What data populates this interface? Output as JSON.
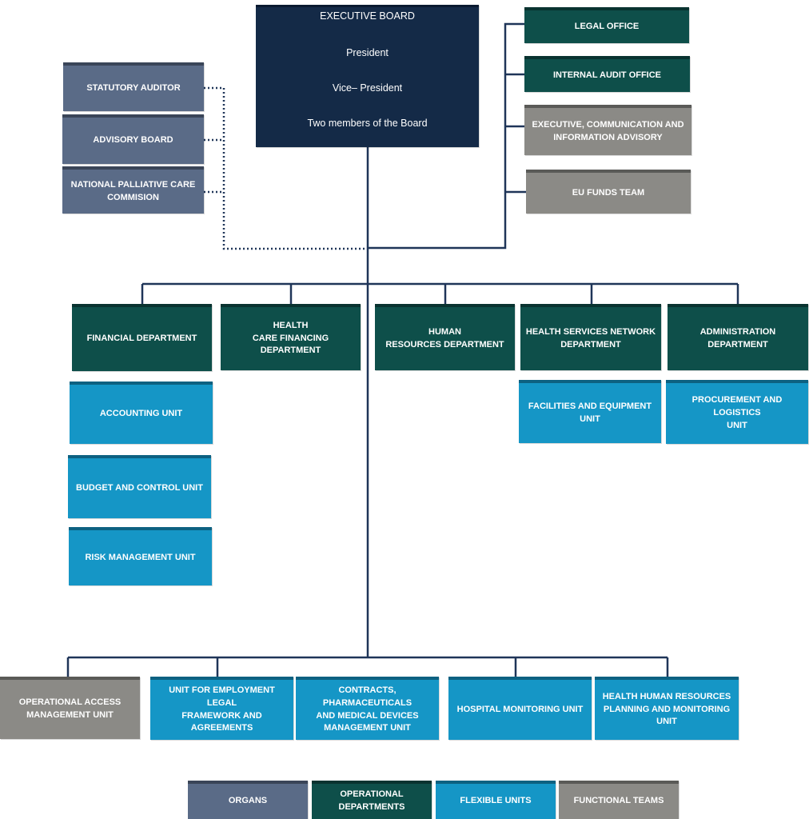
{
  "board": {
    "title": "EXECUTIVE BOARD",
    "members": [
      "President",
      "Vice– President",
      "Two members of the Board"
    ]
  },
  "organs": {
    "statutory_auditor": "STATUTORY AUDITOR",
    "advisory_board": "ADVISORY BOARD",
    "palliative_line1": "NATIONAL PALLIATIVE CARE",
    "palliative_line2": "COMMISION"
  },
  "staff": {
    "legal": "LEGAL OFFICE",
    "audit": "INTERNAL AUDIT OFFICE",
    "ecia_line1": "EXECUTIVE, COMMUNICATION AND",
    "ecia_line2": "INFORMATION ADVISORY",
    "eu_funds": "EU FUNDS TEAM"
  },
  "departments": {
    "financial": "FINANCIAL DEPARTMENT",
    "hcf_line1": "HEALTH",
    "hcf_line2": "CARE FINANCING DEPARTMENT",
    "hr_line1": "HUMAN",
    "hr_line2": "RESOURCES DEPARTMENT",
    "hsn_line1": "HEALTH SERVICES NETWORK",
    "hsn_line2": "DEPARTMENT",
    "admin": "ADMINISTRATION DEPARTMENT"
  },
  "units": {
    "accounting": "ACCOUNTING UNIT",
    "budget": "BUDGET AND CONTROL UNIT",
    "risk": "RISK MANAGEMENT UNIT",
    "facilities": "FACILITIES AND EQUIPMENT UNIT",
    "procurement_line1": "PROCUREMENT AND LOGISTICS",
    "procurement_line2": "UNIT"
  },
  "bottom": {
    "oam_line1": "OPERATIONAL ACCESS",
    "oam_line2": "MANAGEMENT UNIT",
    "emp_line1": "UNIT FOR EMPLOYMENT LEGAL",
    "emp_line2": "FRAMEWORK AND AGREEMENTS",
    "contracts_line1": "CONTRACTS, PHARMACEUTICALS",
    "contracts_line2": "AND MEDICAL DEVICES",
    "contracts_line3": "MANAGEMENT UNIT",
    "hospital": "HOSPITAL MONITORING UNIT",
    "hhr_line1": "HEALTH HUMAN RESOURCES",
    "hhr_line2": "PLANNING AND MONITORING UNIT"
  },
  "legend": {
    "organs": "ORGANS",
    "operational_line1": "OPERATIONAL",
    "operational_line2": "DEPARTMENTS",
    "flexible": "FLEXIBLE UNITS",
    "functional": "FUNCTIONAL TEAMS"
  },
  "colors": {
    "organs": "#5a6b87",
    "operational_departments": "#0e4f4a",
    "flexible_units": "#1596c6",
    "functional_teams": "#8b8a86",
    "executive_board": "#142a47",
    "connector": "#1f3558"
  }
}
